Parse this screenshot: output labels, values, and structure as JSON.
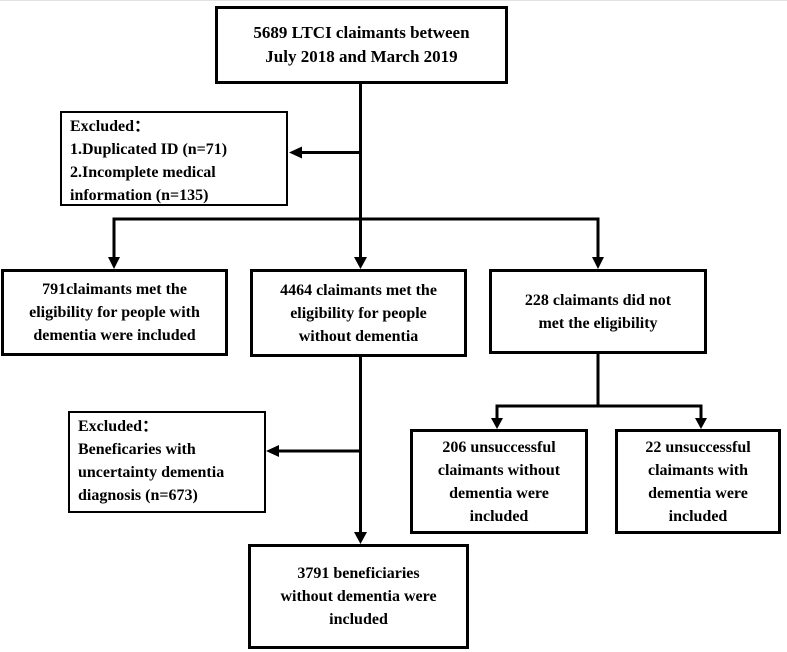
{
  "flowchart": {
    "nodes": {
      "total": {
        "text": "5689 LTCI claimants between\nJuly 2018 and March 2019"
      },
      "excluded_initial": {
        "text": "Excluded：\n1.Duplicated ID (n=71)\n2.Incomplete medical\ninformation (n=135)"
      },
      "eligible_dementia": {
        "text": "791claimants met the\neligibility for people with\ndementia were included"
      },
      "eligible_without_dementia": {
        "text": "4464 claimants met the\neligibility for people\nwithout dementia"
      },
      "not_eligible": {
        "text": "228 claimants did not\nmet the eligibility"
      },
      "excluded_uncertain": {
        "text": "Excluded：\nBeneficaries with\nuncertainty dementia\ndiagnosis (n=673)"
      },
      "unsuccessful_without_dementia": {
        "text": "206 unsuccessful\nclaimants without\ndementia were\nincluded"
      },
      "unsuccessful_with_dementia": {
        "text": "22 unsuccessful\nclaimants with\ndementia were\nincluded"
      },
      "final_beneficiaries": {
        "text": "3791 beneficiaries\nwithout dementia were\nincluded"
      }
    },
    "edges": [
      {
        "from": "total",
        "to": "excluded_initial"
      },
      {
        "from": "total",
        "to": "eligible_dementia"
      },
      {
        "from": "total",
        "to": "eligible_without_dementia"
      },
      {
        "from": "total",
        "to": "not_eligible"
      },
      {
        "from": "eligible_without_dementia",
        "to": "excluded_uncertain"
      },
      {
        "from": "eligible_without_dementia",
        "to": "final_beneficiaries"
      },
      {
        "from": "not_eligible",
        "to": "unsuccessful_without_dementia"
      },
      {
        "from": "not_eligible",
        "to": "unsuccessful_with_dementia"
      }
    ],
    "colors": {
      "line": "#000000",
      "box_border": "#000000",
      "text": "#000000",
      "background": "#ffffff"
    }
  }
}
